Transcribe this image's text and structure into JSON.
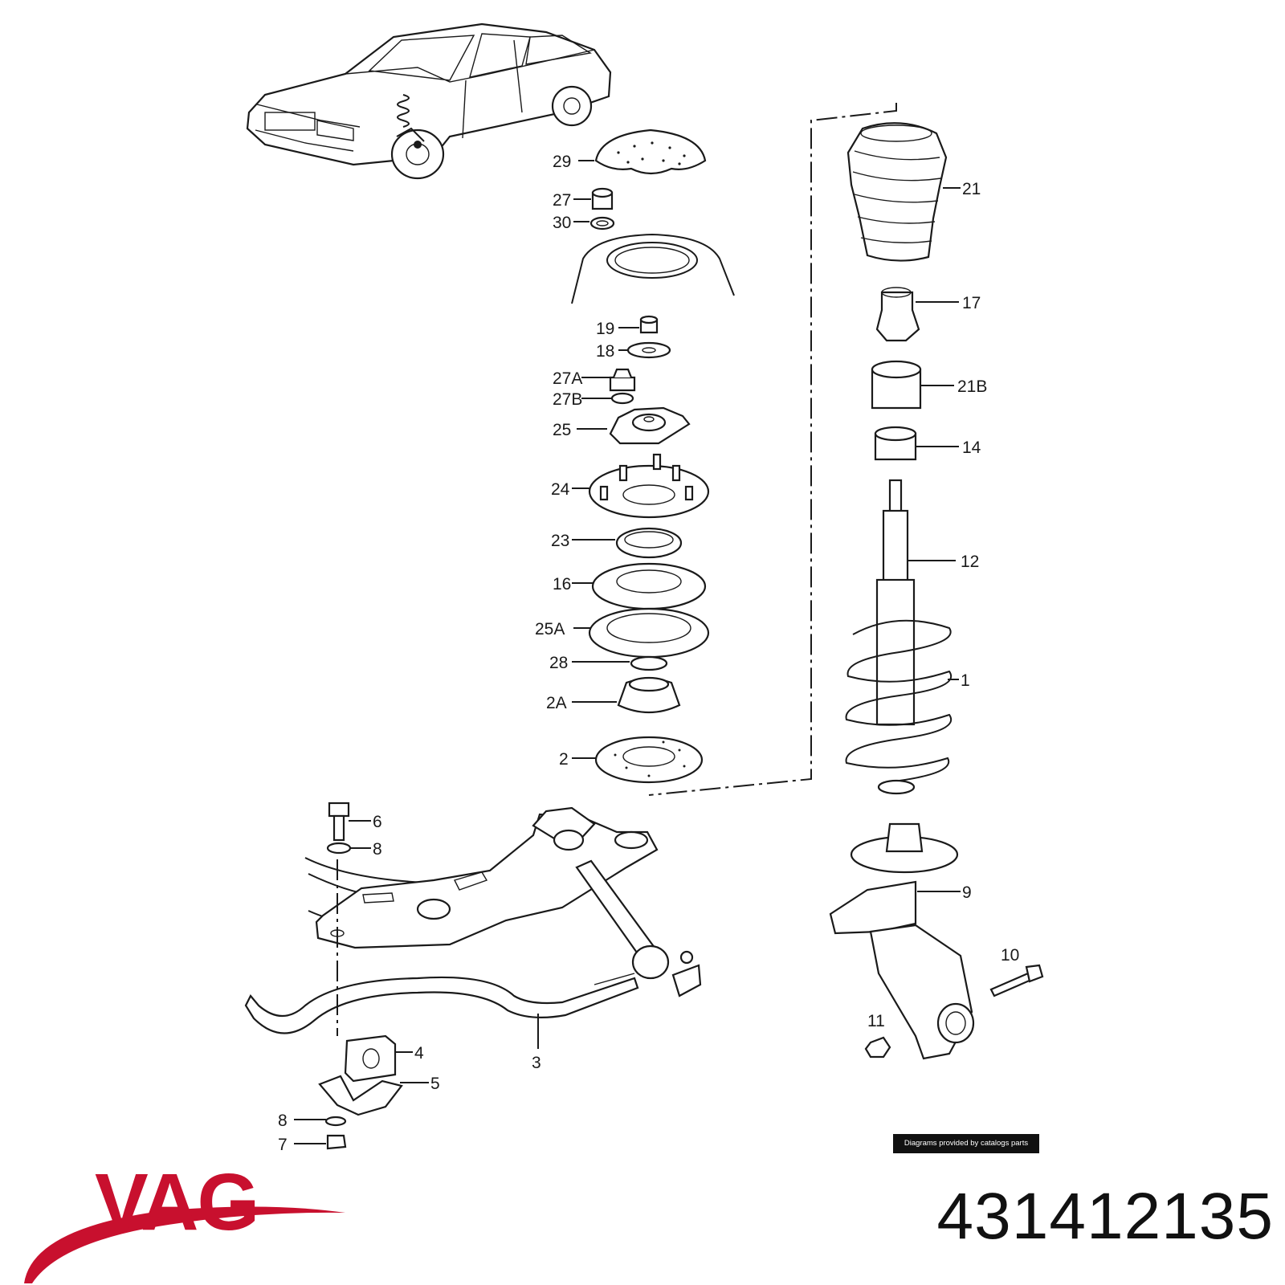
{
  "diagram": {
    "callouts": [
      {
        "id": "29",
        "text": "29"
      },
      {
        "id": "27",
        "text": "27"
      },
      {
        "id": "30",
        "text": "30"
      },
      {
        "id": "19",
        "text": "19"
      },
      {
        "id": "18",
        "text": "18"
      },
      {
        "id": "27A",
        "text": "27A"
      },
      {
        "id": "27B",
        "text": "27B"
      },
      {
        "id": "25",
        "text": "25"
      },
      {
        "id": "24",
        "text": "24"
      },
      {
        "id": "23",
        "text": "23"
      },
      {
        "id": "16",
        "text": "16"
      },
      {
        "id": "25A",
        "text": "25A"
      },
      {
        "id": "28",
        "text": "28"
      },
      {
        "id": "2A",
        "text": "2A"
      },
      {
        "id": "2",
        "text": "2"
      },
      {
        "id": "21",
        "text": "21"
      },
      {
        "id": "17",
        "text": "17"
      },
      {
        "id": "21B",
        "text": "21B"
      },
      {
        "id": "14",
        "text": "14"
      },
      {
        "id": "12",
        "text": "12"
      },
      {
        "id": "1",
        "text": "1"
      },
      {
        "id": "9",
        "text": "9"
      },
      {
        "id": "10",
        "text": "10"
      },
      {
        "id": "11",
        "text": "11"
      },
      {
        "id": "6",
        "text": "6"
      },
      {
        "id": "8a",
        "text": "8"
      },
      {
        "id": "4",
        "text": "4"
      },
      {
        "id": "5",
        "text": "5"
      },
      {
        "id": "8b",
        "text": "8"
      },
      {
        "id": "7",
        "text": "7"
      },
      {
        "id": "3",
        "text": "3"
      }
    ]
  },
  "credit": "Diagrams provided by catalogs parts",
  "brand": {
    "name": "VAG",
    "color": "#c8102e"
  },
  "part_number": "431412135"
}
